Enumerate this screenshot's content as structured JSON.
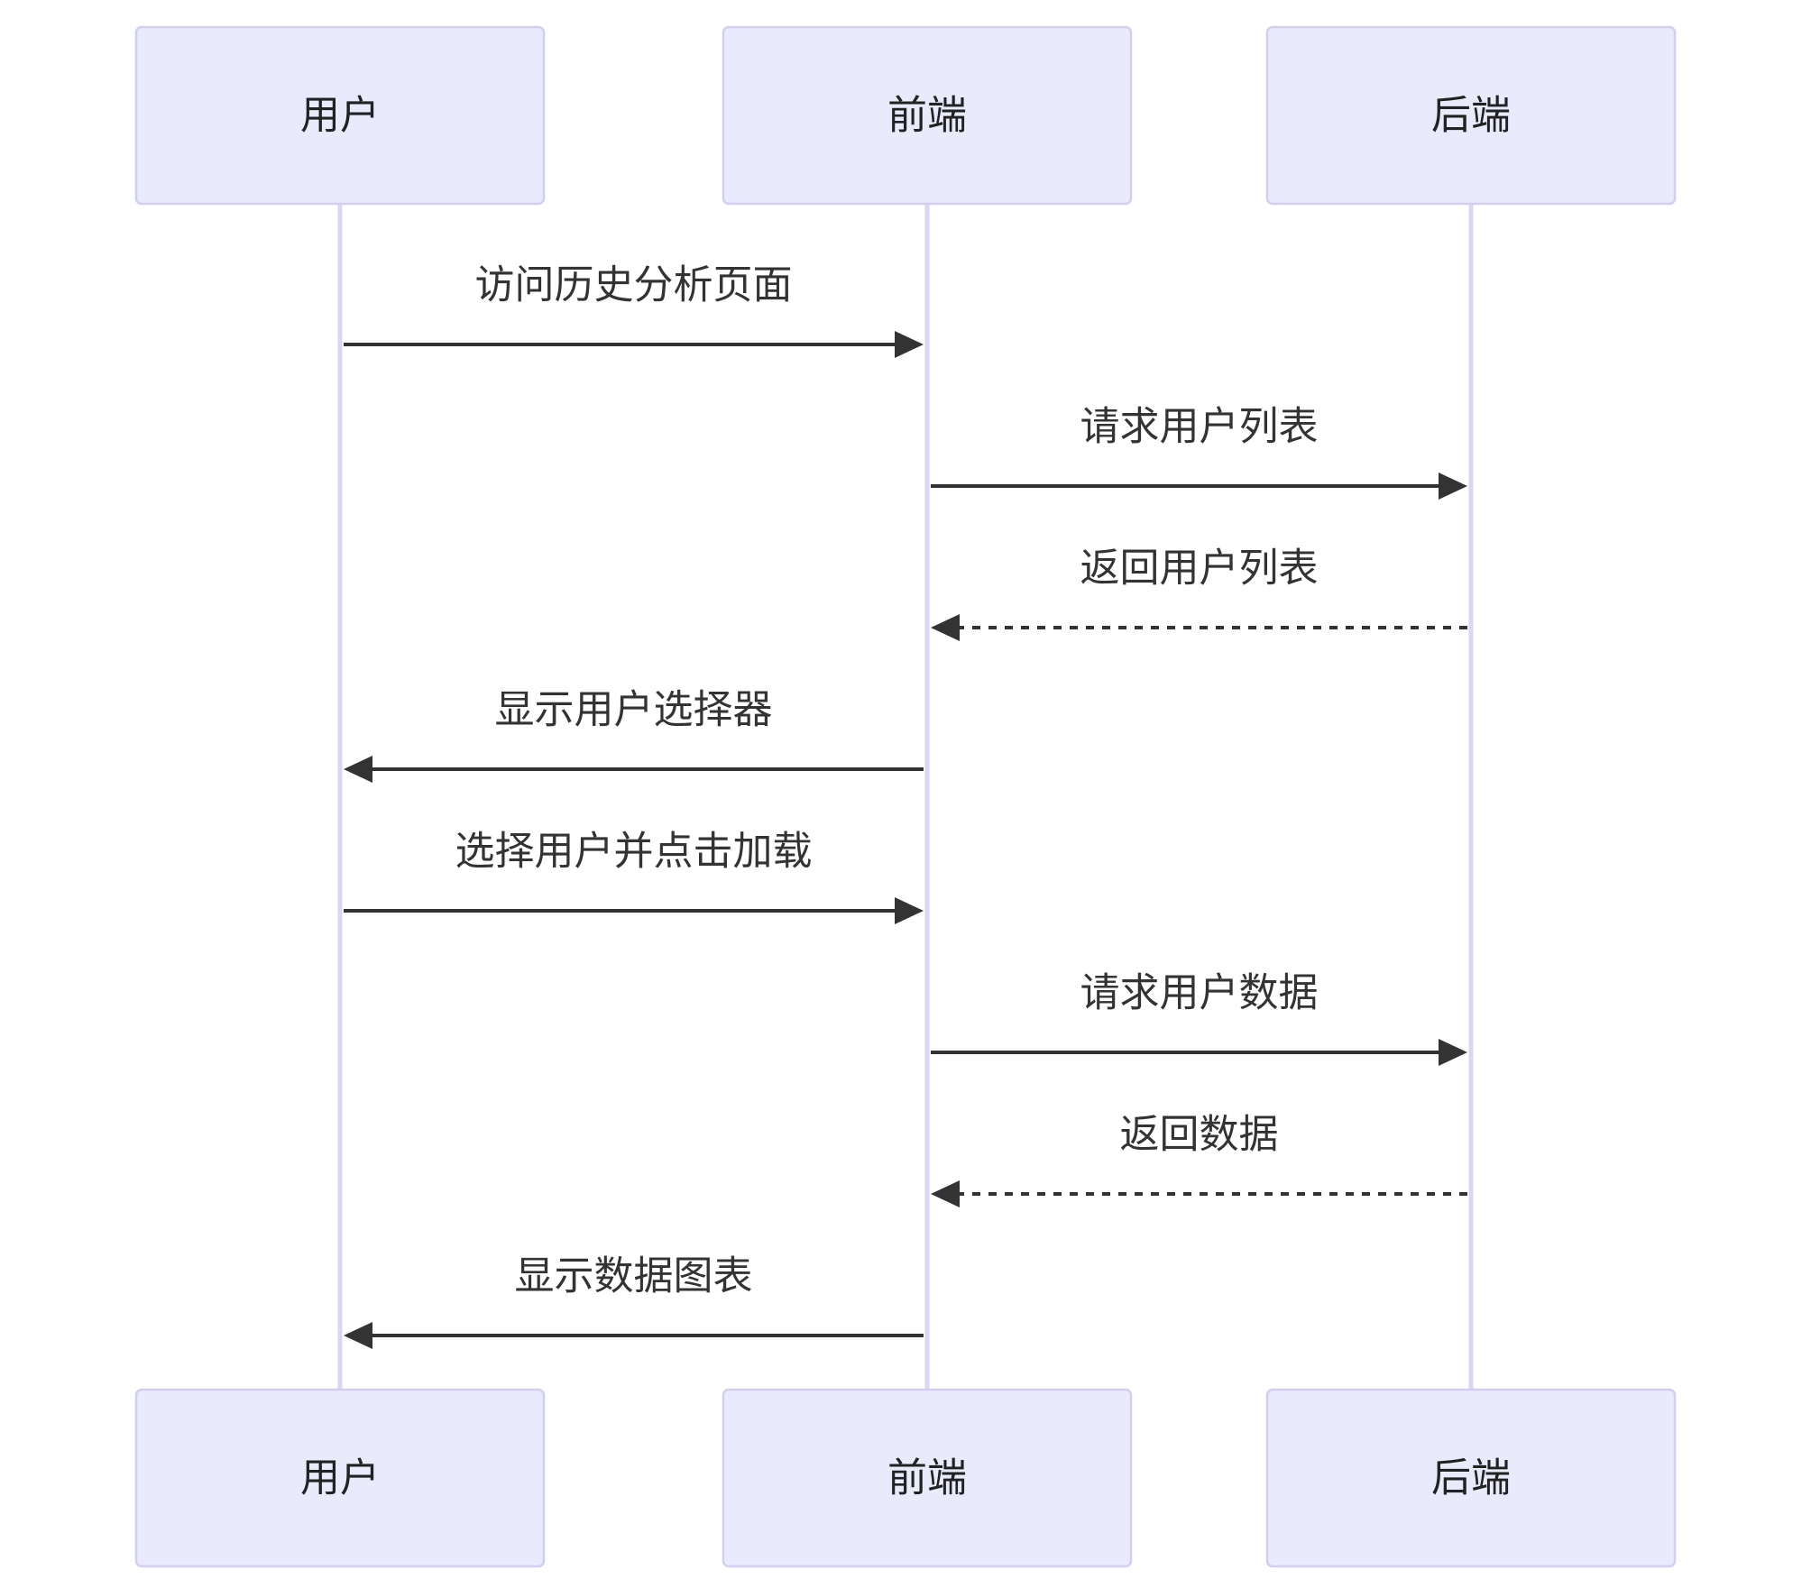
{
  "participants": [
    {
      "id": "user",
      "label": "用户"
    },
    {
      "id": "frontend",
      "label": "前端"
    },
    {
      "id": "backend",
      "label": "后端"
    }
  ],
  "messages": [
    {
      "from": "user",
      "to": "frontend",
      "label": "访问历史分析页面",
      "style": "solid"
    },
    {
      "from": "frontend",
      "to": "backend",
      "label": "请求用户列表",
      "style": "solid"
    },
    {
      "from": "backend",
      "to": "frontend",
      "label": "返回用户列表",
      "style": "dashed"
    },
    {
      "from": "frontend",
      "to": "user",
      "label": "显示用户选择器",
      "style": "solid"
    },
    {
      "from": "user",
      "to": "frontend",
      "label": "选择用户并点击加载",
      "style": "solid"
    },
    {
      "from": "frontend",
      "to": "backend",
      "label": "请求用户数据",
      "style": "solid"
    },
    {
      "from": "backend",
      "to": "frontend",
      "label": "返回数据",
      "style": "dashed"
    },
    {
      "from": "frontend",
      "to": "user",
      "label": "显示数据图表",
      "style": "solid"
    }
  ],
  "colors": {
    "actor_fill": "#eaeafd",
    "actor_stroke": "#d3cdf0",
    "lifeline": "#dcd6f4",
    "message": "#333333"
  }
}
